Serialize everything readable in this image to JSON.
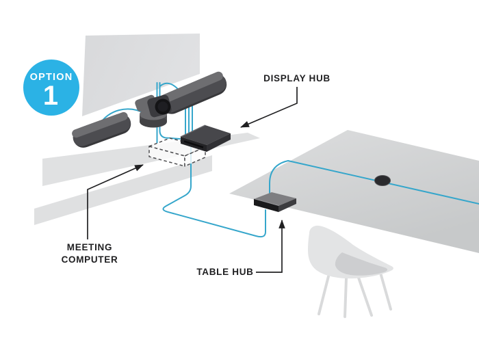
{
  "badge": {
    "word": "OPTION",
    "number": "1"
  },
  "callouts": {
    "display_hub": {
      "label": "DISPLAY HUB"
    },
    "meeting_computer": {
      "label_line1": "MEETING",
      "label_line2": "COMPUTER"
    },
    "table_hub": {
      "label": "TABLE HUB"
    }
  },
  "colors": {
    "accent": "#2bb2e5",
    "cable": "#35a6cb",
    "label": "#202022",
    "device": "#47474b"
  },
  "scene": {
    "objects": [
      "display",
      "left-speaker",
      "camera",
      "right-speaker",
      "display-hub",
      "meeting-computer",
      "table-hub",
      "cable-grommet",
      "conference-table",
      "chair"
    ]
  }
}
